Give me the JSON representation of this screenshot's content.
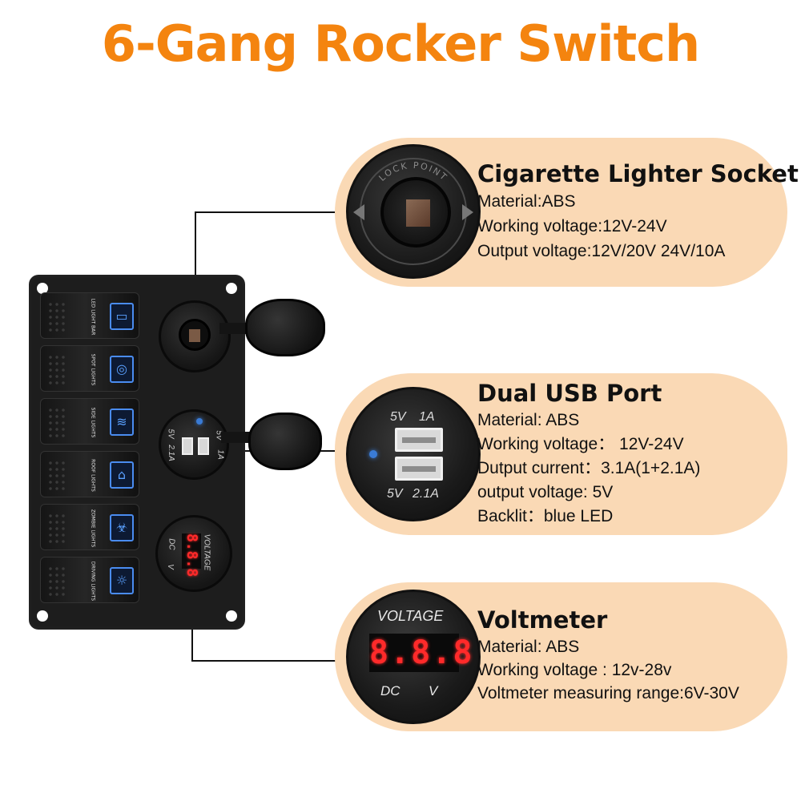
{
  "title": "6-Gang Rocker Switch",
  "lighter": {
    "heading": "Cigarette Lighter Socket",
    "specs": [
      "Material:ABS",
      "Working voltage:12V-24V",
      "Output voltage:12V/20V 24V/10A"
    ],
    "ring_text": "LOCK  POINT"
  },
  "usb": {
    "heading": "Dual USB Port",
    "specs": [
      "Material: ABS",
      "Working voltage：  12V-24V",
      "Dutput current：3.1A(1+2.1A)",
      "output voltage: 5V",
      "Backlit：blue LED"
    ],
    "port_labels": [
      "5V",
      "1A",
      "5V",
      "2.1A"
    ]
  },
  "voltmeter": {
    "heading": "Voltmeter",
    "specs": [
      "Material: ABS",
      "Working voltage : 12v-28v",
      "Voltmeter measuring range:6V-30V"
    ],
    "label_top": "VOLTAGE",
    "display": "8.8.8",
    "label_dc": "DC",
    "label_v": "V"
  },
  "panel": {
    "switches": [
      {
        "label": "LED LIGHT BAR",
        "icon": "led-light-bar-icon"
      },
      {
        "label": "SPOT LIGHTS",
        "icon": "spot-lights-icon"
      },
      {
        "label": "SIDE LIGHTS",
        "icon": "side-lights-icon"
      },
      {
        "label": "ROOF LIGHTS",
        "icon": "roof-lights-icon"
      },
      {
        "label": "ZOMBIE LIGHTS",
        "icon": "zombie-lights-icon"
      },
      {
        "label": "DRIVING LIGHTS",
        "icon": "driving-lights-icon"
      }
    ],
    "usb_labels": [
      "5V",
      "2.1A",
      "5V",
      "1A"
    ],
    "volt_label": "VOLTAGE",
    "volt_dc": "DC",
    "volt_v": "V",
    "volt_display": "8.8.8"
  },
  "colors": {
    "title": "#f4840f",
    "pill": "#fad9b5",
    "led_blue": "#3a7bd5",
    "display_red": "#ff2a2a"
  }
}
